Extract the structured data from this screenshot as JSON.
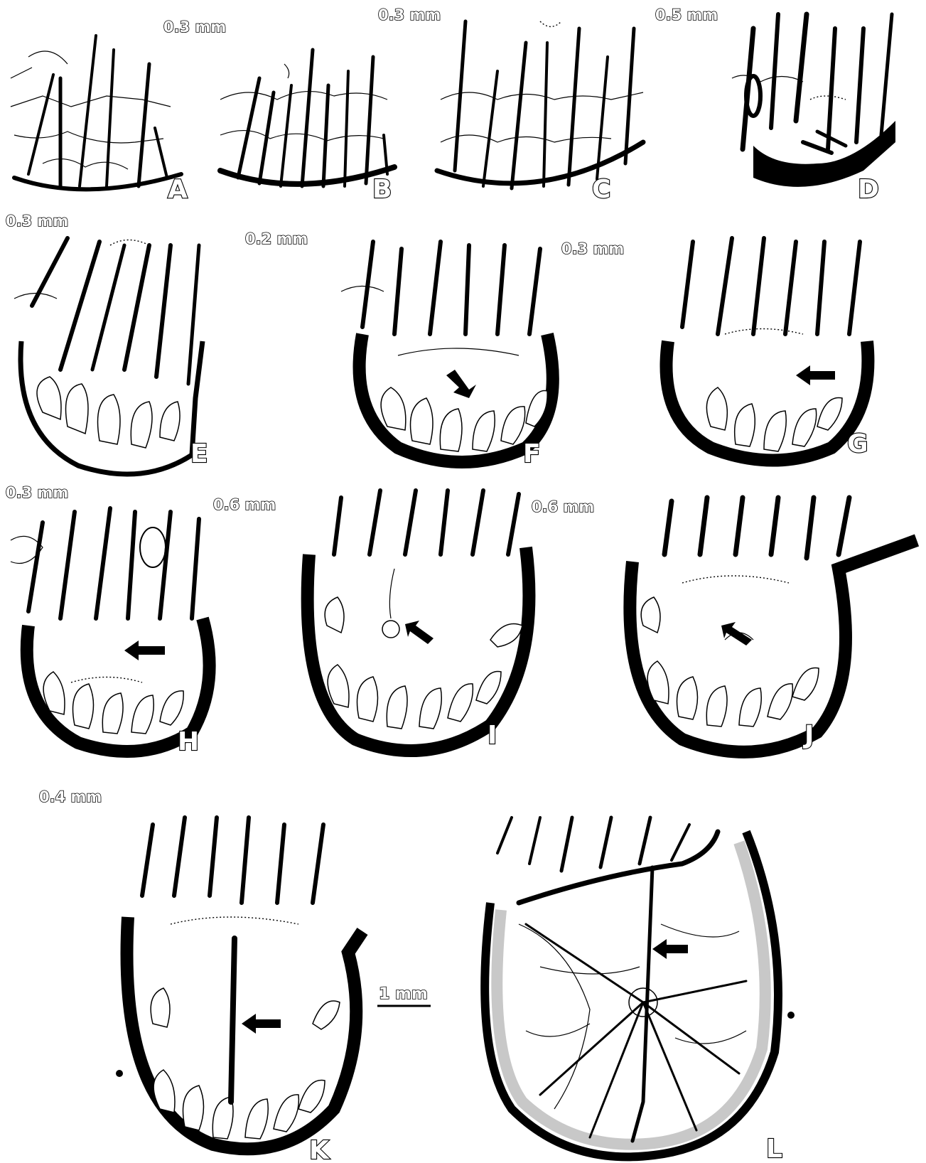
{
  "figure": {
    "panels": [
      {
        "id": "A",
        "label": "A",
        "scale": "0.3 mm"
      },
      {
        "id": "B",
        "label": "B",
        "scale": "0.3 mm"
      },
      {
        "id": "C",
        "label": "C",
        "scale": "0.3 mm"
      },
      {
        "id": "D",
        "label": "D",
        "scale": "0.5 mm"
      },
      {
        "id": "E",
        "label": "E",
        "scale": "0.3 mm"
      },
      {
        "id": "F",
        "label": "F",
        "scale": "0.2 mm"
      },
      {
        "id": "G",
        "label": "G",
        "scale": "0.3 mm"
      },
      {
        "id": "H",
        "label": "H",
        "scale": "0.3 mm"
      },
      {
        "id": "I",
        "label": "I",
        "scale": "0.6 mm"
      },
      {
        "id": "J",
        "label": "J",
        "scale": "0.6 mm"
      },
      {
        "id": "K",
        "label": "K",
        "scale": "0.4 mm"
      },
      {
        "id": "L",
        "label": "L",
        "scale": ""
      }
    ],
    "scale_bar": {
      "label": "1 mm"
    },
    "colors": {
      "ink": "#000000",
      "paper": "#ffffff",
      "stereome": "#c8c8c8"
    }
  }
}
